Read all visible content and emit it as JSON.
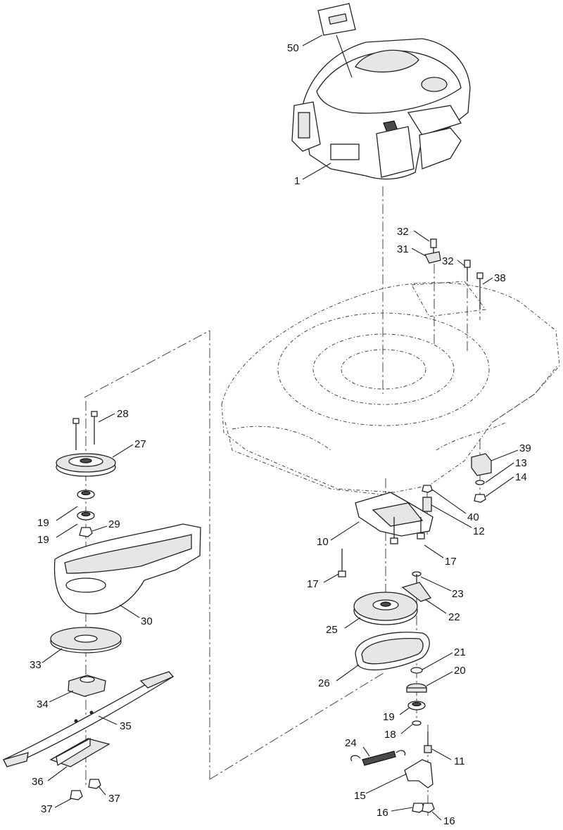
{
  "callouts": [
    {
      "id": "c50",
      "text": "50"
    },
    {
      "id": "c1",
      "text": "1"
    },
    {
      "id": "c32a",
      "text": "32"
    },
    {
      "id": "c31",
      "text": "31"
    },
    {
      "id": "c32b",
      "text": "32"
    },
    {
      "id": "c38",
      "text": "38"
    },
    {
      "id": "c28",
      "text": "28"
    },
    {
      "id": "c27",
      "text": "27"
    },
    {
      "id": "c39",
      "text": "39"
    },
    {
      "id": "c13",
      "text": "13"
    },
    {
      "id": "c14",
      "text": "14"
    },
    {
      "id": "c19a",
      "text": "19"
    },
    {
      "id": "c29",
      "text": "29"
    },
    {
      "id": "c19b",
      "text": "19"
    },
    {
      "id": "c40",
      "text": "40"
    },
    {
      "id": "c10",
      "text": "10"
    },
    {
      "id": "c12",
      "text": "12"
    },
    {
      "id": "c17a",
      "text": "17"
    },
    {
      "id": "c17b",
      "text": "17"
    },
    {
      "id": "c23",
      "text": "23"
    },
    {
      "id": "c30",
      "text": "30"
    },
    {
      "id": "c22",
      "text": "22"
    },
    {
      "id": "c25",
      "text": "25"
    },
    {
      "id": "c21",
      "text": "21"
    },
    {
      "id": "c33",
      "text": "33"
    },
    {
      "id": "c20",
      "text": "20"
    },
    {
      "id": "c26",
      "text": "26"
    },
    {
      "id": "c34",
      "text": "34"
    },
    {
      "id": "c19c",
      "text": "19"
    },
    {
      "id": "c35",
      "text": "35"
    },
    {
      "id": "c18",
      "text": "18"
    },
    {
      "id": "c24",
      "text": "24"
    },
    {
      "id": "c11",
      "text": "11"
    },
    {
      "id": "c36",
      "text": "36"
    },
    {
      "id": "c15",
      "text": "15"
    },
    {
      "id": "c37a",
      "text": "37"
    },
    {
      "id": "c37b",
      "text": "37"
    },
    {
      "id": "c16a",
      "text": "16"
    },
    {
      "id": "c16b",
      "text": "16"
    }
  ]
}
